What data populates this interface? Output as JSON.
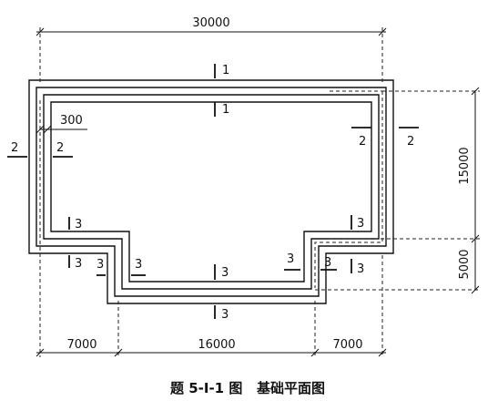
{
  "dimensions": {
    "overall_width": "30000",
    "upper_depth": "15000",
    "lower_depth": "5000",
    "left_wing": "7000",
    "middle": "16000",
    "right_wing": "7000",
    "wall_offset": "300"
  },
  "section_marks": {
    "s1": "1",
    "s2": "2",
    "s3": "3"
  },
  "caption": "题 5-Ⅰ-1 图   基础平面图"
}
